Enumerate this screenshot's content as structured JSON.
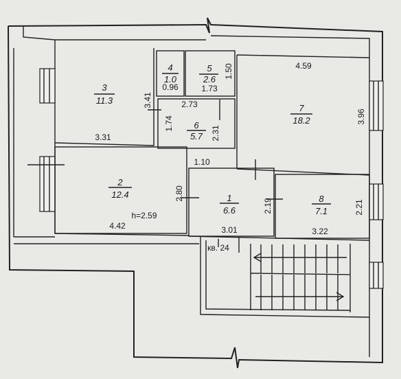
{
  "apartment_label": "кв. 24",
  "ceiling_height": "h=2.59",
  "rooms": [
    {
      "number": "1",
      "area": "6.6"
    },
    {
      "number": "2",
      "area": "12.4"
    },
    {
      "number": "3",
      "area": "11.3"
    },
    {
      "number": "4",
      "area": "1.0"
    },
    {
      "number": "5",
      "area": "2.6"
    },
    {
      "number": "6",
      "area": "5.7"
    },
    {
      "number": "7",
      "area": "18.2"
    },
    {
      "number": "8",
      "area": "7.1"
    }
  ],
  "dimensions": {
    "d_4_59": "4.59",
    "d_3_96": "3.96",
    "d_3_41": "3.41",
    "d_3_31": "3.31",
    "d_0_96": "0.96",
    "d_1_73": "1.73",
    "d_1_50": "1.50",
    "d_2_73": "2.73",
    "d_1_74": "1.74",
    "d_2_31": "2.31",
    "d_1_10": "1.10",
    "d_2_80": "2.80",
    "d_4_42": "4.42",
    "d_2_19": "2.19",
    "d_3_01": "3.01",
    "d_2_21": "2.21",
    "d_3_22": "3.22"
  },
  "colors": {
    "paper": "#e9e9e6",
    "lines": "#202020"
  }
}
